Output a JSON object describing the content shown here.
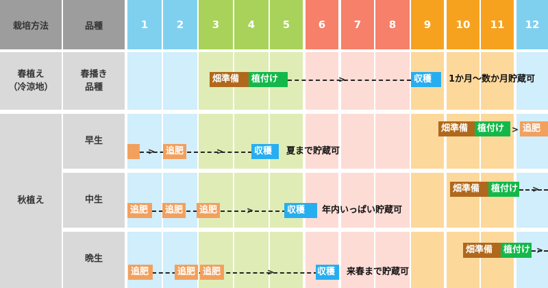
{
  "header": {
    "method": "栽培方法",
    "variety": "品種",
    "months": [
      "1",
      "2",
      "3",
      "4",
      "5",
      "6",
      "7",
      "8",
      "9",
      "10",
      "11",
      "12"
    ]
  },
  "colors": {
    "winter_head": "#7fd0ef",
    "spring_head": "#a8d25a",
    "summer_head": "#f6806a",
    "autumn_head": "#f6a21f"
  },
  "rows": {
    "spring": {
      "method": "春植え\n（冷涼地）",
      "variety": "春播き\n品種",
      "prep": "畑準備",
      "plant": "植付け",
      "harvest": "収穫",
      "note": "1か月～数か月貯蔵可"
    },
    "autumn_method": "秋植え",
    "early": {
      "variety": "早生",
      "prep": "畑準備",
      "plant": "植付け",
      "fert": "追肥",
      "fert2": "追肥",
      "harvest": "収穫",
      "note": "夏まで貯蔵可"
    },
    "mid": {
      "variety": "中生",
      "prep": "畑準備",
      "plant": "植付け",
      "fert1": "追肥",
      "fert2": "追肥",
      "fert3": "追肥",
      "harvest": "収穫",
      "note": "年内いっぱい貯蔵可"
    },
    "late": {
      "variety": "晩生",
      "prep": "畑準備",
      "plant": "植付け",
      "fert1": "追肥",
      "fert2": "追肥",
      "fert3": "追肥",
      "harvest": "収穫",
      "note": "来春まで貯蔵可"
    }
  }
}
